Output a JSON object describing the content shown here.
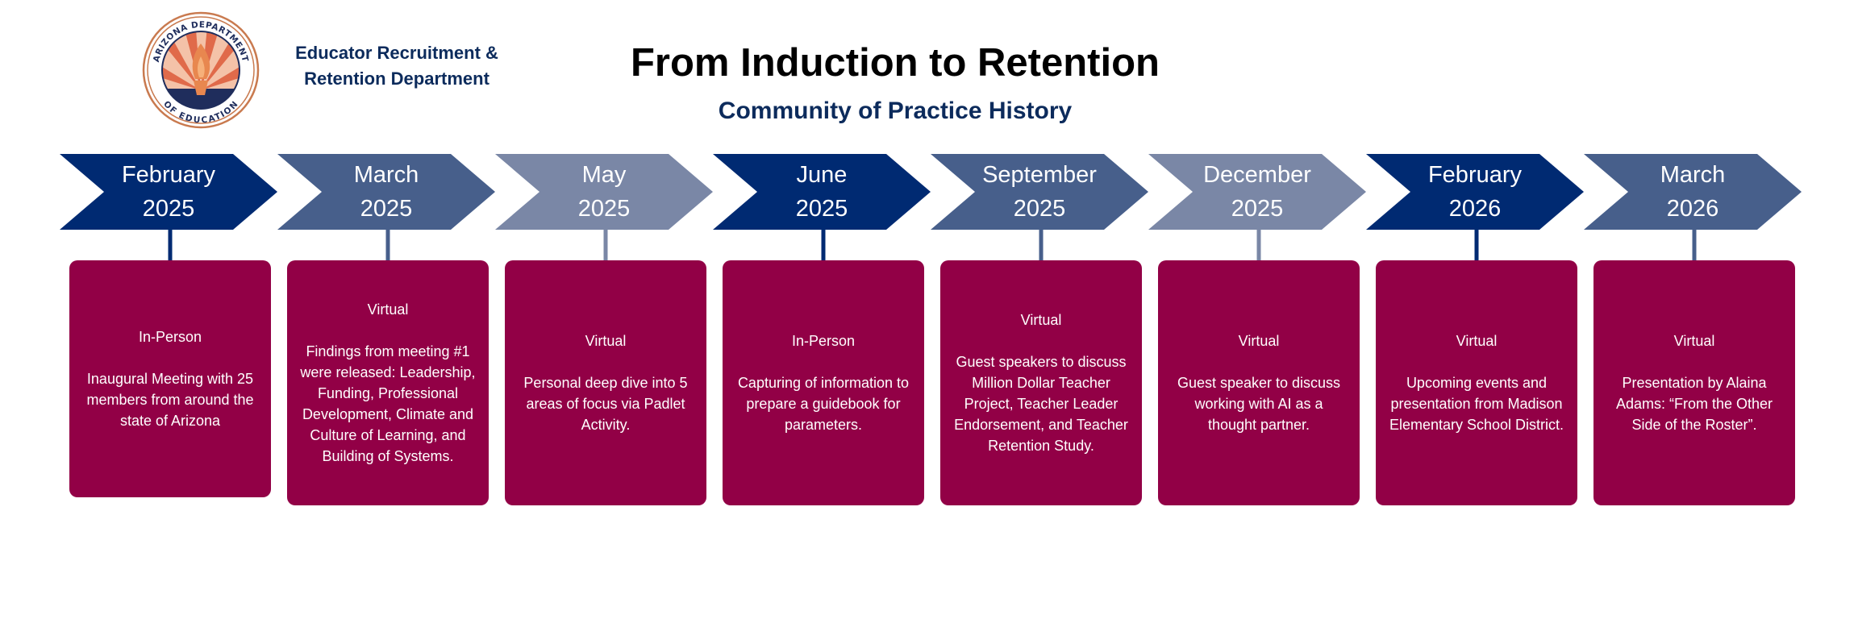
{
  "header": {
    "logo": {
      "ring_text_top": "ARIZONA DEPARTMENT",
      "ring_text_bottom": "OF EDUCATION",
      "colors": {
        "ring": "#c97a4f",
        "navy": "#1f2d5c",
        "ray": "#e06a4a",
        "flame": "#e8874f"
      }
    },
    "department_line1": "Educator Recruitment &",
    "department_line2": "Retention Department",
    "title": "From Induction to Retention",
    "subtitle": "Community of Practice History"
  },
  "colors": {
    "dark_navy": "#002a72",
    "mid_blue": "#475f8b",
    "light_blue": "#7a87a6",
    "card": "#920046"
  },
  "timeline": [
    {
      "month": "February",
      "year": "2025",
      "color": "#002a72",
      "mode": "In-Person",
      "description": "Inaugural Meeting with 25 members from around the state of Arizona"
    },
    {
      "month": "March",
      "year": "2025",
      "color": "#475f8b",
      "mode": "Virtual",
      "description": "Findings from meeting #1 were released: Leadership, Funding, Professional Development, Climate and Culture of Learning, and Building of Systems."
    },
    {
      "month": "May",
      "year": "2025",
      "color": "#7a87a6",
      "mode": "Virtual",
      "description": "Personal deep dive into 5 areas of focus via Padlet Activity."
    },
    {
      "month": "June",
      "year": "2025",
      "color": "#002a72",
      "mode": "In-Person",
      "description": "Capturing of information to prepare a guidebook for parameters."
    },
    {
      "month": "September",
      "year": "2025",
      "color": "#475f8b",
      "mode": "Virtual",
      "description": "Guest speakers to discuss Million Dollar Teacher Project, Teacher Leader Endorsement, and Teacher Retention Study."
    },
    {
      "month": "December",
      "year": "2025",
      "color": "#7a87a6",
      "mode": "Virtual",
      "description": "Guest speaker to discuss working with AI as a thought partner."
    },
    {
      "month": "February",
      "year": "2026",
      "color": "#002a72",
      "mode": "Virtual",
      "description": "Upcoming events and presentation from Madison Elementary School District."
    },
    {
      "month": "March",
      "year": "2026",
      "color": "#475f8b",
      "mode": "Virtual",
      "description": "Presentation by Alaina Adams: “From the Other Side of the Roster”."
    }
  ]
}
